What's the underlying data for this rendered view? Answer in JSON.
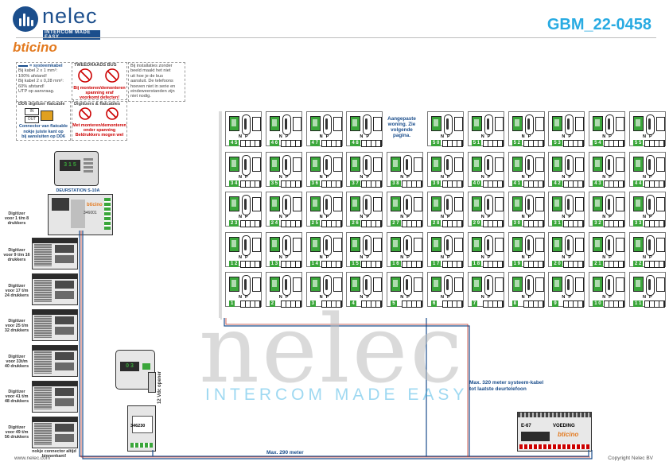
{
  "header": {
    "brand_name": "nelec",
    "brand_tagline": "INTERCOM MADE EASY",
    "partner_brand": "bticino",
    "doc_id": "GBM_22-0458"
  },
  "notes": {
    "cable": {
      "title": "= systeemkabel",
      "lines": [
        "Bij kabel 2 x 1 mm²:",
        "100% afstand!",
        "Bij kabel 2 x 0,28 mm²:",
        "60% afstand!",
        "UTP op aanvraag."
      ]
    },
    "twowire": {
      "title": "TWEEDRAADS BUS",
      "warn": [
        "Bij monteren/demonteren",
        "spanning eraf",
        "voorkomt defecten!"
      ]
    },
    "install": {
      "lines": [
        "Bij installaties zonder",
        "beeld maakt het niet",
        "uit hoe je de bus",
        "aansluit. De telefoons",
        "hoeven niet in serie en",
        "eindeweerstanden zijn",
        "niet nodig."
      ]
    },
    "flatcable": {
      "title": "DD6 digitizer flatcable",
      "in": "IN",
      "out": "OUT",
      "lines": [
        "Connector van flatcable",
        "nokje juiste kant op",
        "bij aansluiten op DD6"
      ]
    },
    "digitizers": {
      "title": "Digitizers & flatcables",
      "lines": [
        "Met monteren/demonteren",
        "onder spanning",
        "Beldrukkers mogen wel"
      ]
    }
  },
  "door_station": {
    "label": "DEURSTATION S-10A",
    "code": "346001",
    "display_digits": "3 1 5",
    "brand": "bticino"
  },
  "digitizers": [
    {
      "label": "Digitizer voor 1 t/m 8 drukkers"
    },
    {
      "label": "Digitizer voor 9 t/m 16 drukkers"
    },
    {
      "label": "Digitizer voor 17 t/m 24 drukkers"
    },
    {
      "label": "Digitizer voor 25 t/m 32 drukkers"
    },
    {
      "label": "Digitizer voor 33t/m 40 drukkers"
    },
    {
      "label": "Digitizer voor 41 t/m 48 drukkers"
    },
    {
      "label": "Digitizer voor 49 t/m 56 drukkers"
    }
  ],
  "connector_note": "nokje connector altijd binnenkant!",
  "lock": {
    "label": "12 Vdc opener",
    "digits": "0 3",
    "module_code": "346230"
  },
  "power_supply": {
    "code": "E-67",
    "label": "VOEDING",
    "brand": "bticino"
  },
  "handset_labels": {
    "n": "N",
    "p": "P"
  },
  "handsets": [
    [
      "4 5",
      "4 6",
      "4 7",
      "4 8",
      null,
      "5 0",
      "5 1",
      "5 2",
      "5 3",
      "5 4",
      "5 5"
    ],
    [
      "3 4",
      "3 5",
      "3 6",
      "3 7",
      "3 8",
      "3 9",
      "4 0",
      "4 1",
      "4 2",
      "4 3",
      "4 4"
    ],
    [
      "2 3",
      "2 4",
      "2 5",
      "2 6",
      "2 7",
      "2 8",
      "2 9",
      "3 0",
      "3 1",
      "3 2",
      "3 3"
    ],
    [
      "1 2",
      "1 3",
      "1 4",
      "1 5",
      "1 6",
      "1 7",
      "1 8",
      "1 9",
      "2 0",
      "2 1",
      "2 2"
    ],
    [
      "1",
      "2",
      "3",
      "4",
      "5",
      "6",
      "7",
      "8",
      "9",
      "1 0",
      "1 1"
    ]
  ],
  "adjusted_note": "Aangepaste woning. Zie volgende pagina.",
  "max_system_note": "Max. 320 meter systeem-kabel tot laatste deurtelefoon",
  "max_cable_note": "Max. 290 meter",
  "footer": {
    "left": "www.nelec.com",
    "right": "Copyright Nelec BV"
  },
  "colors": {
    "brand_blue": "#1b4e8c",
    "accent_cyan": "#29abe2",
    "keypad_green": "#3aa63a",
    "bticino_orange": "#e37a1f",
    "bus_red": "#c0392b"
  }
}
